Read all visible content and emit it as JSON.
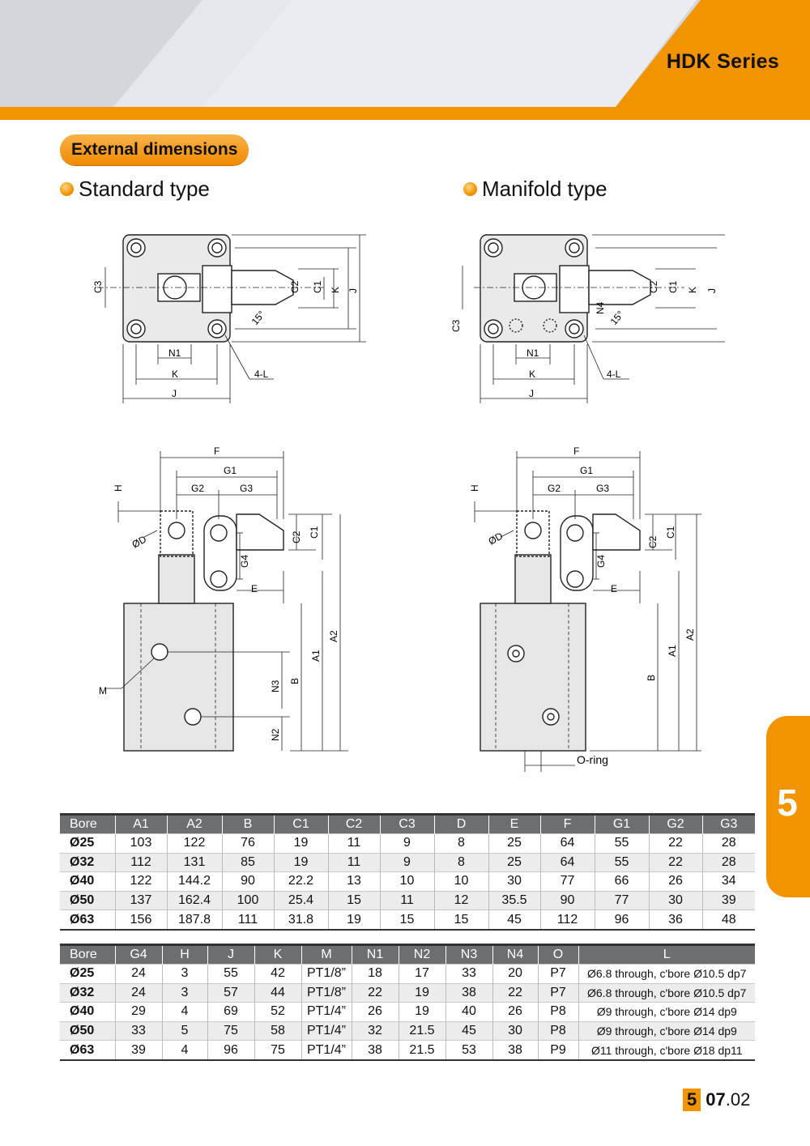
{
  "header": {
    "series_title": "HDK Series"
  },
  "section": {
    "title": "External dimensions"
  },
  "views": {
    "standard_title": "Standard type",
    "manifold_title": "Manifold type"
  },
  "labels": {
    "C3": "C3",
    "C2": "C2",
    "C1": "C1",
    "K": "K",
    "J": "J",
    "N1": "N1",
    "N4": "N4",
    "angle": "15°",
    "L4": "4-L",
    "F": "F",
    "G1": "G1",
    "G2": "G2",
    "G3": "G3",
    "G4": "G4",
    "H": "H",
    "D": "ØD",
    "E": "E",
    "M": "M",
    "A1": "A1",
    "A2": "A2",
    "B": "B",
    "N2": "N2",
    "N3": "N3",
    "oring": "O-ring"
  },
  "table1": {
    "headers": [
      "Bore",
      "A1",
      "A2",
      "B",
      "C1",
      "C2",
      "C3",
      "D",
      "E",
      "F",
      "G1",
      "G2",
      "G3"
    ],
    "rows": [
      [
        "Ø25",
        "103",
        "122",
        "76",
        "19",
        "11",
        "9",
        "8",
        "25",
        "64",
        "55",
        "22",
        "28"
      ],
      [
        "Ø32",
        "112",
        "131",
        "85",
        "19",
        "11",
        "9",
        "8",
        "25",
        "64",
        "55",
        "22",
        "28"
      ],
      [
        "Ø40",
        "122",
        "144.2",
        "90",
        "22.2",
        "13",
        "10",
        "10",
        "30",
        "77",
        "66",
        "26",
        "34"
      ],
      [
        "Ø50",
        "137",
        "162.4",
        "100",
        "25.4",
        "15",
        "11",
        "12",
        "35.5",
        "90",
        "77",
        "30",
        "39"
      ],
      [
        "Ø63",
        "156",
        "187.8",
        "111",
        "31.8",
        "19",
        "15",
        "15",
        "45",
        "112",
        "96",
        "36",
        "48"
      ]
    ]
  },
  "table2": {
    "headers": [
      "Bore",
      "G4",
      "H",
      "J",
      "K",
      "M",
      "N1",
      "N2",
      "N3",
      "N4",
      "O",
      "L"
    ],
    "rows": [
      [
        "Ø25",
        "24",
        "3",
        "55",
        "42",
        "PT1/8”",
        "18",
        "17",
        "33",
        "20",
        "P7",
        "Ø6.8 through, c'bore Ø10.5 dp7"
      ],
      [
        "Ø32",
        "24",
        "3",
        "57",
        "44",
        "PT1/8”",
        "22",
        "19",
        "38",
        "22",
        "P7",
        "Ø6.8 through, c'bore Ø10.5 dp7"
      ],
      [
        "Ø40",
        "29",
        "4",
        "69",
        "52",
        "PT1/4”",
        "26",
        "19",
        "40",
        "26",
        "P8",
        "Ø9 through, c'bore Ø14 dp9"
      ],
      [
        "Ø50",
        "33",
        "5",
        "75",
        "58",
        "PT1/4”",
        "32",
        "21.5",
        "45",
        "30",
        "P8",
        "Ø9 through, c'bore Ø14 dp9"
      ],
      [
        "Ø63",
        "39",
        "4",
        "96",
        "75",
        "PT1/4”",
        "38",
        "21.5",
        "53",
        "38",
        "P9",
        "Ø11 through, c'bore Ø18 dp11"
      ]
    ]
  },
  "chapter": "5",
  "page": {
    "chapter": "5",
    "main": "07",
    "sub": ".02"
  },
  "colors": {
    "accent": "#f29400",
    "header_gray": "#d9dadf",
    "table_header": "#6d6e70"
  }
}
